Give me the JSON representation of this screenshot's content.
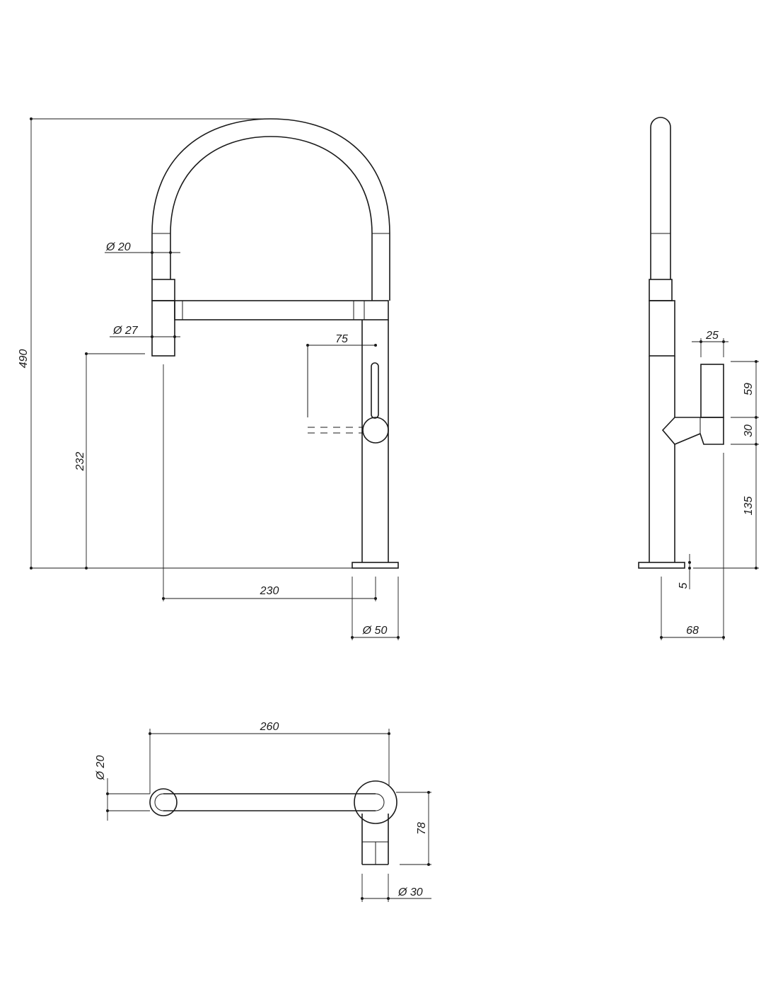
{
  "front_view": {
    "overall_height": "490",
    "hose_diameter": "Ø 20",
    "spray_head_diameter": "Ø 27",
    "spout_height": "232",
    "spout_reach": "230",
    "handle_reach": "75",
    "base_diameter": "Ø 50"
  },
  "side_view": {
    "handle_width": "25",
    "handle_height": "59",
    "handle_joint": "30",
    "handle_base_height": "135",
    "base_thickness": "5",
    "base_depth": "68"
  },
  "top_view": {
    "arm_length": "260",
    "arm_diameter": "Ø 20",
    "depth": "78",
    "head_diameter": "Ø 30"
  }
}
